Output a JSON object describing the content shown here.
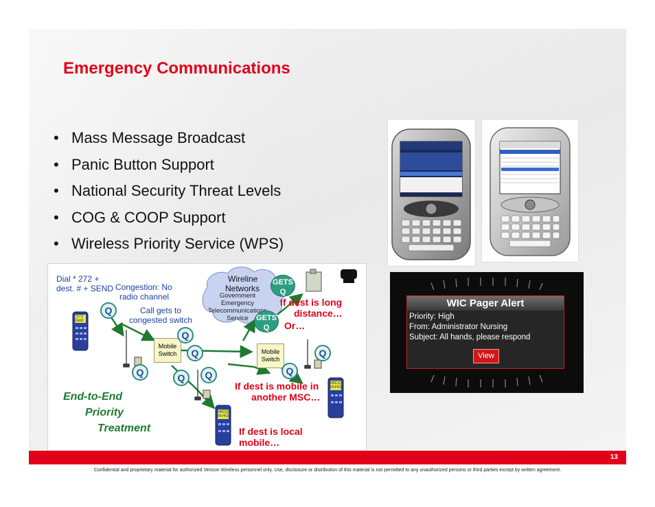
{
  "slide": {
    "title": "Emergency Communications",
    "bullets": [
      "Mass Message Broadcast",
      "Panic Button Support",
      "National Security Threat Levels",
      "COG & COOP Support",
      "Wireless Priority Service (WPS)"
    ],
    "bullet_char": "•"
  },
  "diagram": {
    "dial_line1": "Dial * 272 +",
    "dial_line2": "dest. # + SEND",
    "congestion_line1": "Congestion: No",
    "congestion_line2": "radio channel",
    "wireline_line1": "Wireline",
    "wireline_line2": "Networks",
    "gov_line1": "Government",
    "gov_line2": "Emergency",
    "gov_line3": "Telecommunications",
    "gov_line4": "Service",
    "gets_label": "GETS",
    "call_gets_line1": "Call gets to",
    "call_gets_line2": "congested switch",
    "dest_long_line1": "If dest is long",
    "dest_long_line2": "distance…",
    "or_label": "Or…",
    "dest_mobile_line1": "If dest is mobile in",
    "dest_mobile_line2": "another MSC…",
    "dest_local_line1": "If dest is local",
    "dest_local_line2": "mobile…",
    "mobile_switch_line1": "Mobile",
    "mobile_switch_line2": "Switch",
    "priority_line1": "End-to-End",
    "priority_line2": "Priority",
    "priority_line3": "Treatment",
    "q_label": "Q",
    "phone_screen_top": "*272",
    "phone_screen_bottom": "Dest",
    "pager_screen_top": "MICO",
    "pager_screen_bottom": "M-HG"
  },
  "pager_alert": {
    "title": "WIC Pager Alert",
    "priority": "Priority: High",
    "from": "From: Administrator Nursing",
    "subject": "Subject: All hands, please respond",
    "button": "View"
  },
  "footer": {
    "page_number": "13",
    "confidential": "Confidential and proprietary material for authorized Verizon Wireless personnel only. Use, disclosure or distribution of this material is not permitted to any unauthorized persons or third parties except by written agreement."
  },
  "colors": {
    "accent": "#e2001a",
    "diagram_blue": "#1a3fa0",
    "diagram_red": "#e2001a",
    "arrow_green": "#1e7a2e"
  }
}
